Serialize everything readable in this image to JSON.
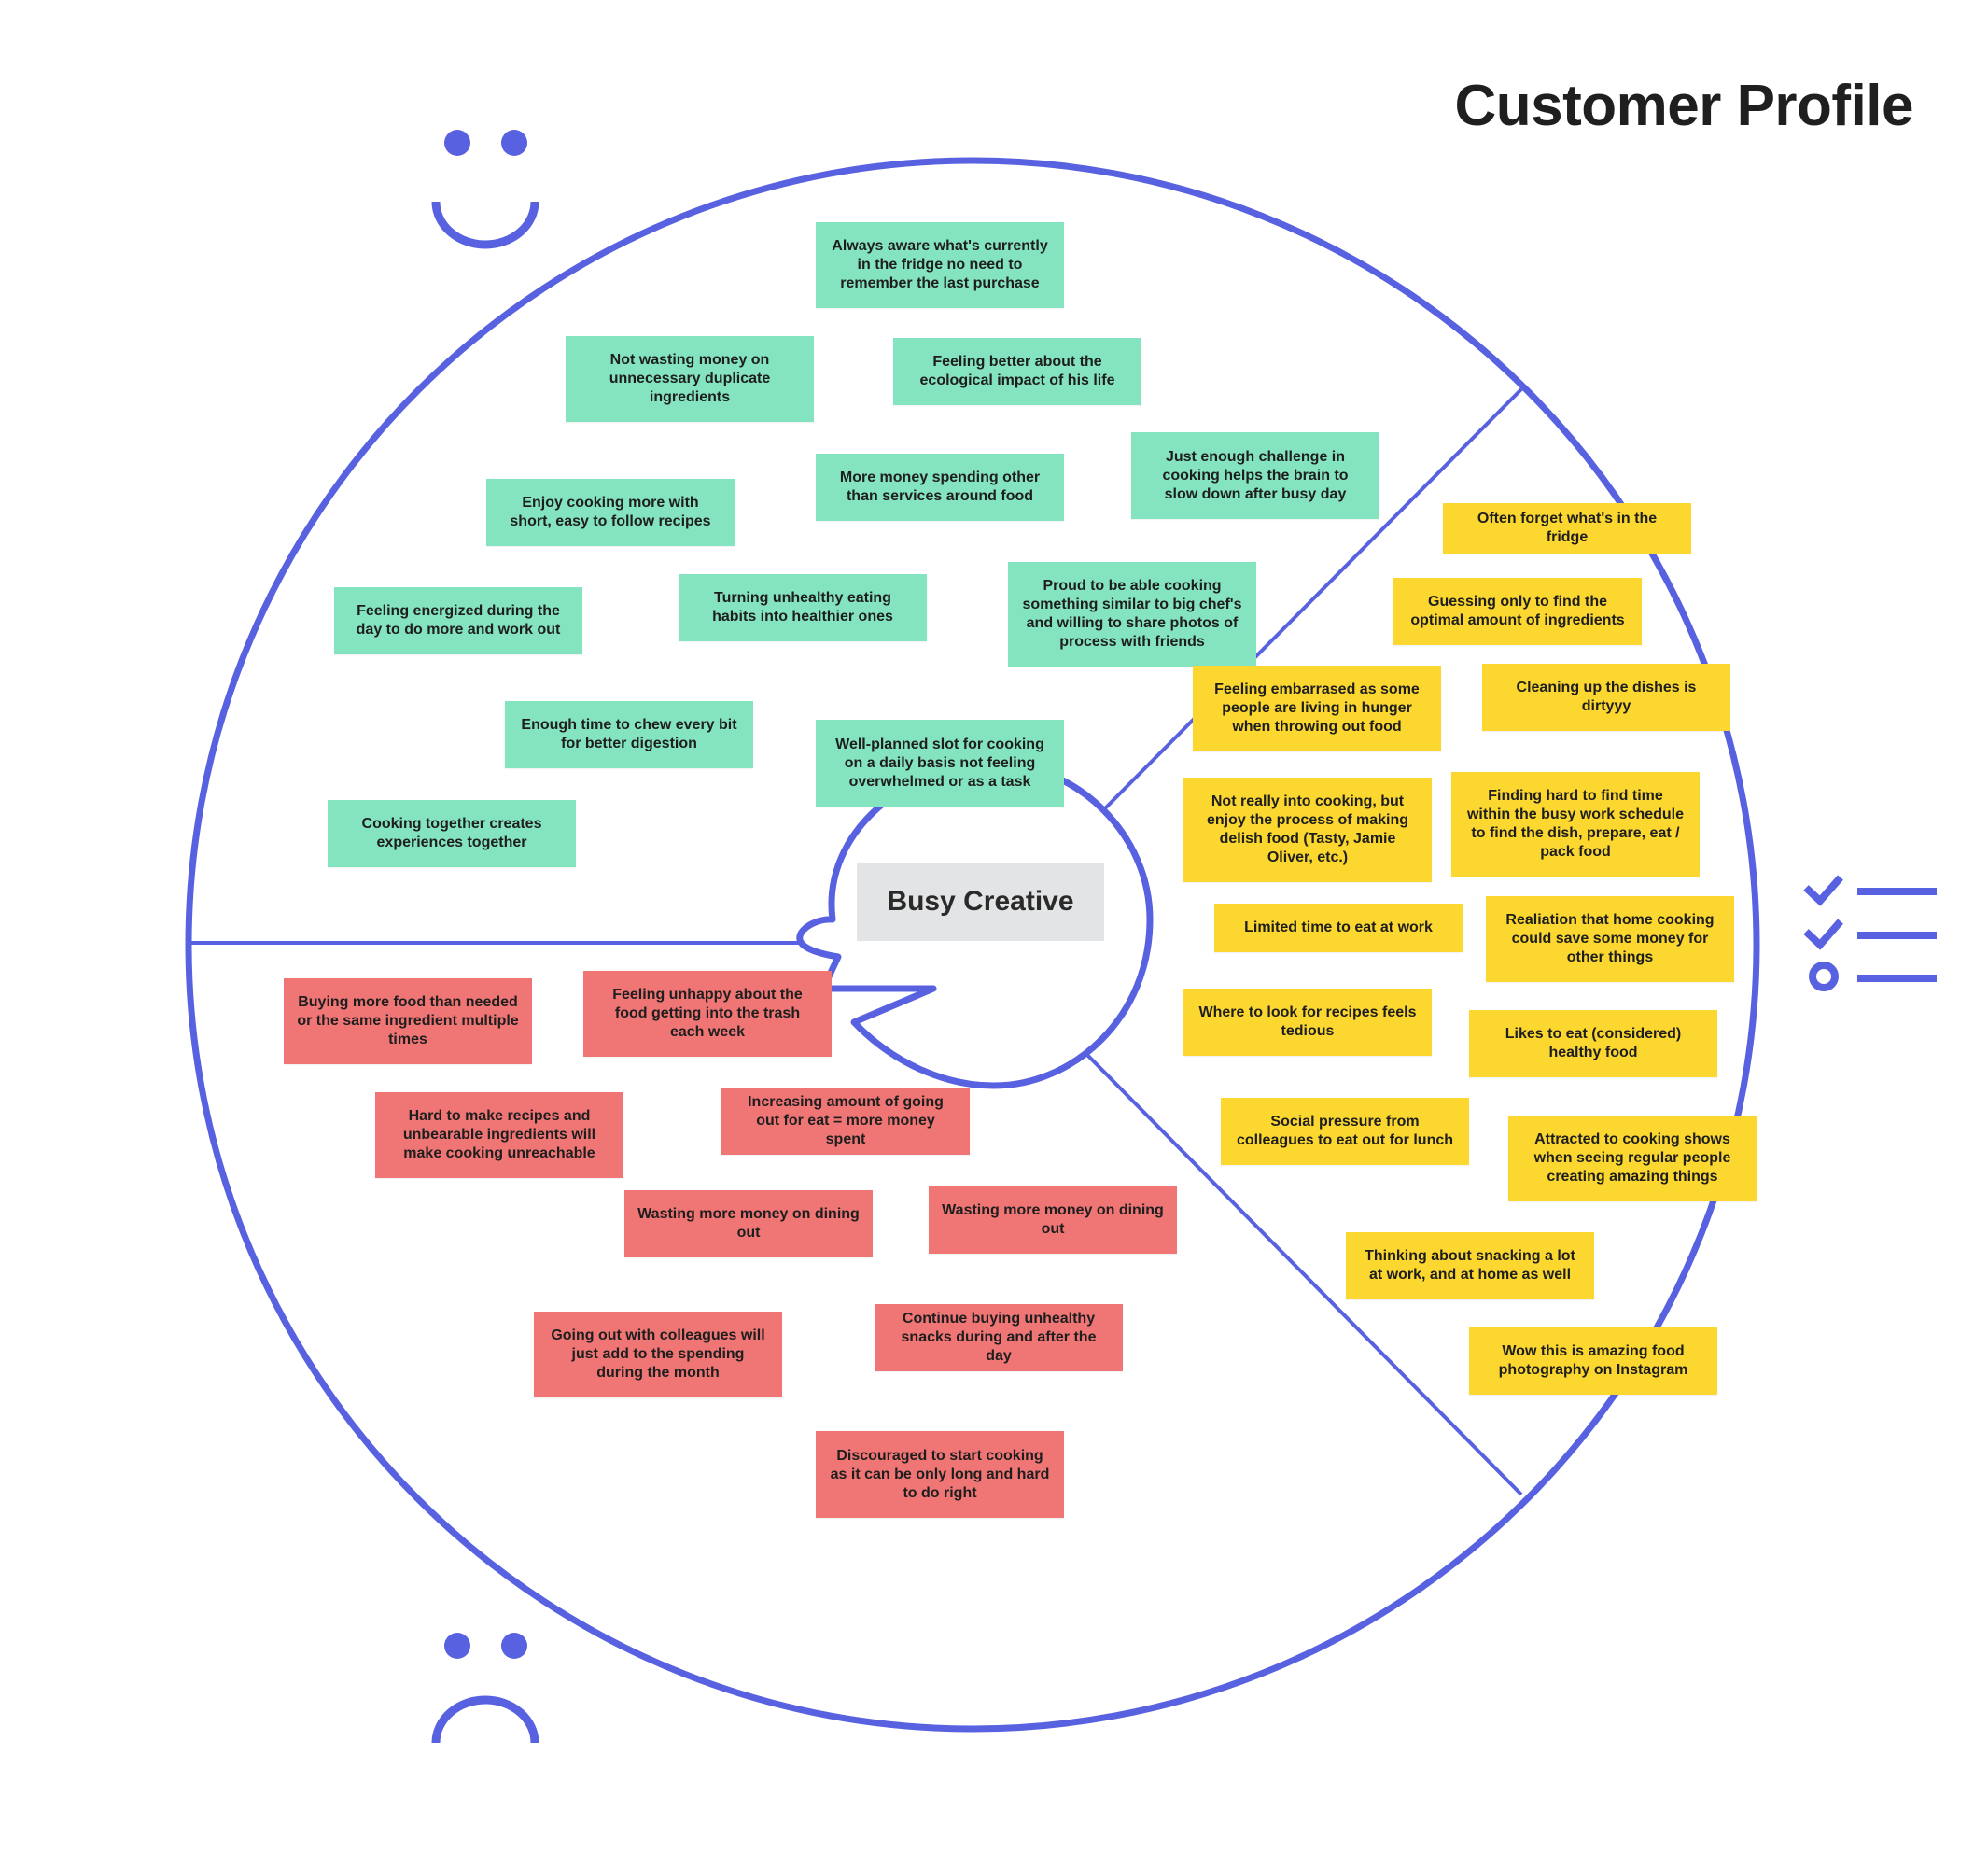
{
  "title": "Customer Profile",
  "center_label": "Busy Creative",
  "colors": {
    "outline": "#5862e0",
    "gain_note": "#84e4c0",
    "pain_note": "#f07575",
    "job_note": "#fcd730",
    "center_box": "#e3e4e6"
  },
  "icons": {
    "gains": "happy-face-icon",
    "pains": "sad-face-icon",
    "jobs": "checklist-icon"
  },
  "gains": [
    "Always aware what's currently in the fridge no need to remember the last purchase",
    "Not wasting money on unnecessary duplicate ingredients",
    "Feeling better about the ecological impact of his life",
    "More money spending other than services around food",
    "Just enough challenge in cooking helps the brain to slow down after busy day",
    "Enjoy cooking more with short, easy to follow recipes",
    "Turning unhealthy eating habits into healthier ones",
    "Proud to be able cooking something similar to big chef's and willing to share photos of process with friends",
    "Feeling energized during the day to do more and work out",
    "Enough time to chew every bit for better digestion",
    "Well-planned slot for cooking on a daily basis not feeling overwhelmed or as a task",
    "Cooking together creates experiences together"
  ],
  "pains": [
    "Buying more food than needed or the same ingredient multiple times",
    "Feeling unhappy about the food getting into the trash each week",
    "Hard to make recipes and unbearable ingredients will make cooking unreachable",
    "Increasing amount of going out for eat = more money spent",
    "Wasting more money on dining out",
    "Wasting more money on dining out",
    "Going out with colleagues will just add to the spending during the month",
    "Continue buying unhealthy snacks during and after the day",
    "Discouraged to start cooking as it can be only long and hard to do right"
  ],
  "jobs": [
    "Often forget what's in the fridge",
    "Guessing only to find the optimal amount of ingredients",
    "Feeling embarrased as some people are living in hunger when throwing out food",
    "Cleaning up the dishes is dirtyyy",
    "Not really into cooking, but enjoy the process of making delish food (Tasty, Jamie Oliver, etc.)",
    "Finding hard to find time within the busy work schedule to find the dish, prepare, eat / pack food",
    "Limited time to eat at work",
    "Realiation that home cooking could save some money for other things",
    "Where to look for recipes feels tedious",
    "Likes to eat (considered) healthy food",
    "Social pressure from colleagues to eat out for lunch",
    "Attracted to cooking shows when seeing regular people creating amazing things",
    "Thinking about snacking a lot at work, and at home as well",
    "Wow this is amazing food photography on Instagram"
  ]
}
